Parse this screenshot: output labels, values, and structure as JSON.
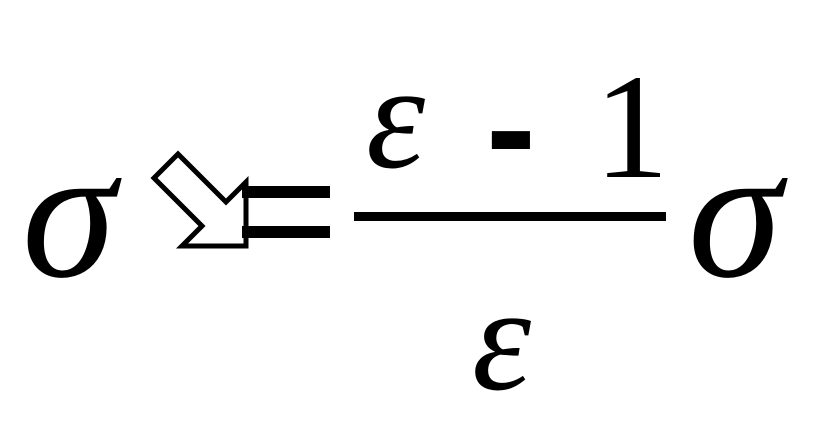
{
  "formula": {
    "lhs_symbol": "σ",
    "equals_symbol": "=",
    "numerator": {
      "epsilon": "ε",
      "operator": "-",
      "constant": "1"
    },
    "denominator": {
      "epsilon": "ε"
    },
    "rhs_symbol": "σ",
    "arrow_icon": "outlined-arrow-down-right-icon"
  }
}
